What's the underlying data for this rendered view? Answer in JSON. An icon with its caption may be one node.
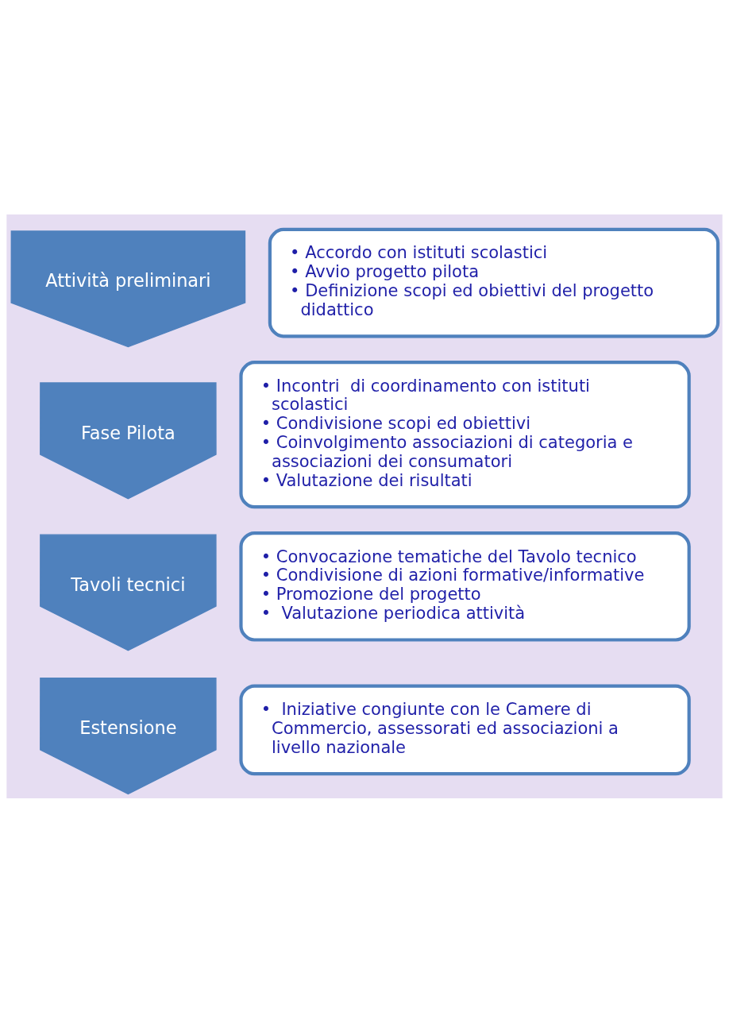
{
  "diagram": {
    "nodes": [
      {
        "text": [
          "Attività preliminari"
        ]
      },
      {
        "text": [
          "• Accordo con istituti scolastici",
          "• Avvio progetto pilota",
          "• Definizione scopi ed obiettivi del progetto didattico"
        ]
      },
      {
        "text": [
          "Fase Pilota"
        ]
      },
      {
        "text": [
          "• Incontri  di coordinamento con istituti scolastici",
          "• Condivisione scopi ed obiettivi",
          "• Coinvolgimento associazioni di categoria e associazioni dei consumatori",
          "• Valutazione dei risultati"
        ]
      },
      {
        "text": [
          "Tavoli tecnici"
        ]
      },
      {
        "text": [
          "• Convocazione tematiche del Tavolo tecnico",
          "• Condivisione di azioni formative/informative",
          "• Promozione del progetto",
          "•  Valutazione periodica attività"
        ]
      },
      {
        "text": [
          "Estensione"
        ]
      },
      {
        "text": [
          "•  Iniziative congiunte con le Camere di Commercio, assessorati ed associazioni a livello nazionale"
        ]
      }
    ]
  }
}
